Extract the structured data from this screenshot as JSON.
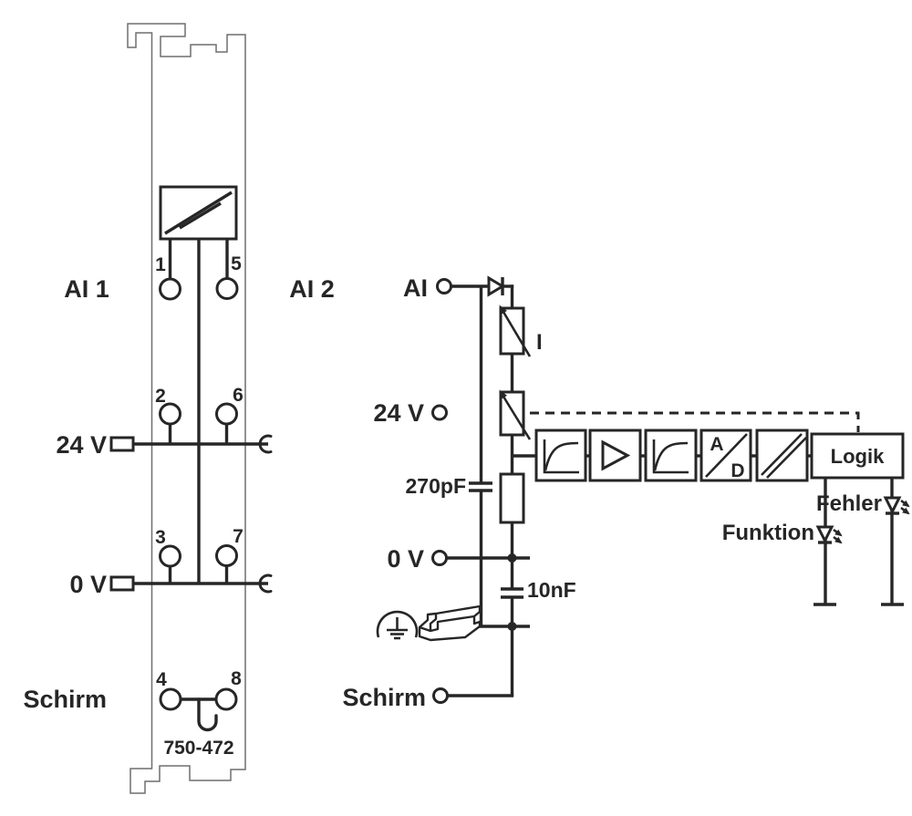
{
  "colors": {
    "line": "#262626",
    "module_outline": "#6f6f6f",
    "background": "#ffffff"
  },
  "module": {
    "part_number": "750-472",
    "channel_labels": {
      "ai1": "AI 1",
      "ai2": "AI 2"
    },
    "power_labels": {
      "v24": "24 V",
      "v0": "0 V",
      "shield": "Schirm"
    },
    "terminal_numbers": [
      "1",
      "2",
      "3",
      "4",
      "5",
      "6",
      "7",
      "8"
    ]
  },
  "schematic": {
    "input_label": "AI",
    "supply_label": "24 V",
    "ground_label": "0 V",
    "shield_label": "Schirm",
    "cap1_label": "270pF",
    "cap2_label": "10nF",
    "current_label": "I",
    "adc_letter_a": "A",
    "adc_letter_d": "D",
    "logic_label": "Logik",
    "led_error_label": "Fehler",
    "led_function_label": "Funktion"
  }
}
